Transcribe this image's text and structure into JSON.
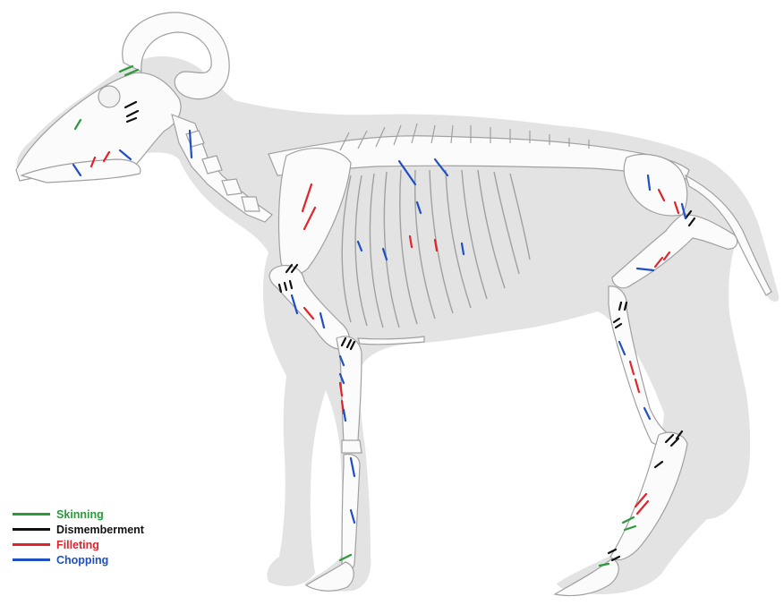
{
  "legend": {
    "items": [
      {
        "key": "skinning",
        "label": "Skinning",
        "color": "#2a9a3a",
        "icon": "green-line"
      },
      {
        "key": "dismemberment",
        "label": "Dismemberment",
        "color": "#111111",
        "icon": "black-line"
      },
      {
        "key": "filleting",
        "label": "Filleting",
        "color": "#e0242a",
        "icon": "red-line"
      },
      {
        "key": "chopping",
        "label": "Chopping",
        "color": "#1f4fc4",
        "icon": "blue-line"
      }
    ]
  },
  "colors": {
    "body_silhouette": "#e3e3e3",
    "bone_fill": "#fbfbfb",
    "bone_outline": "#9a9a9a",
    "background": "#ffffff"
  }
}
